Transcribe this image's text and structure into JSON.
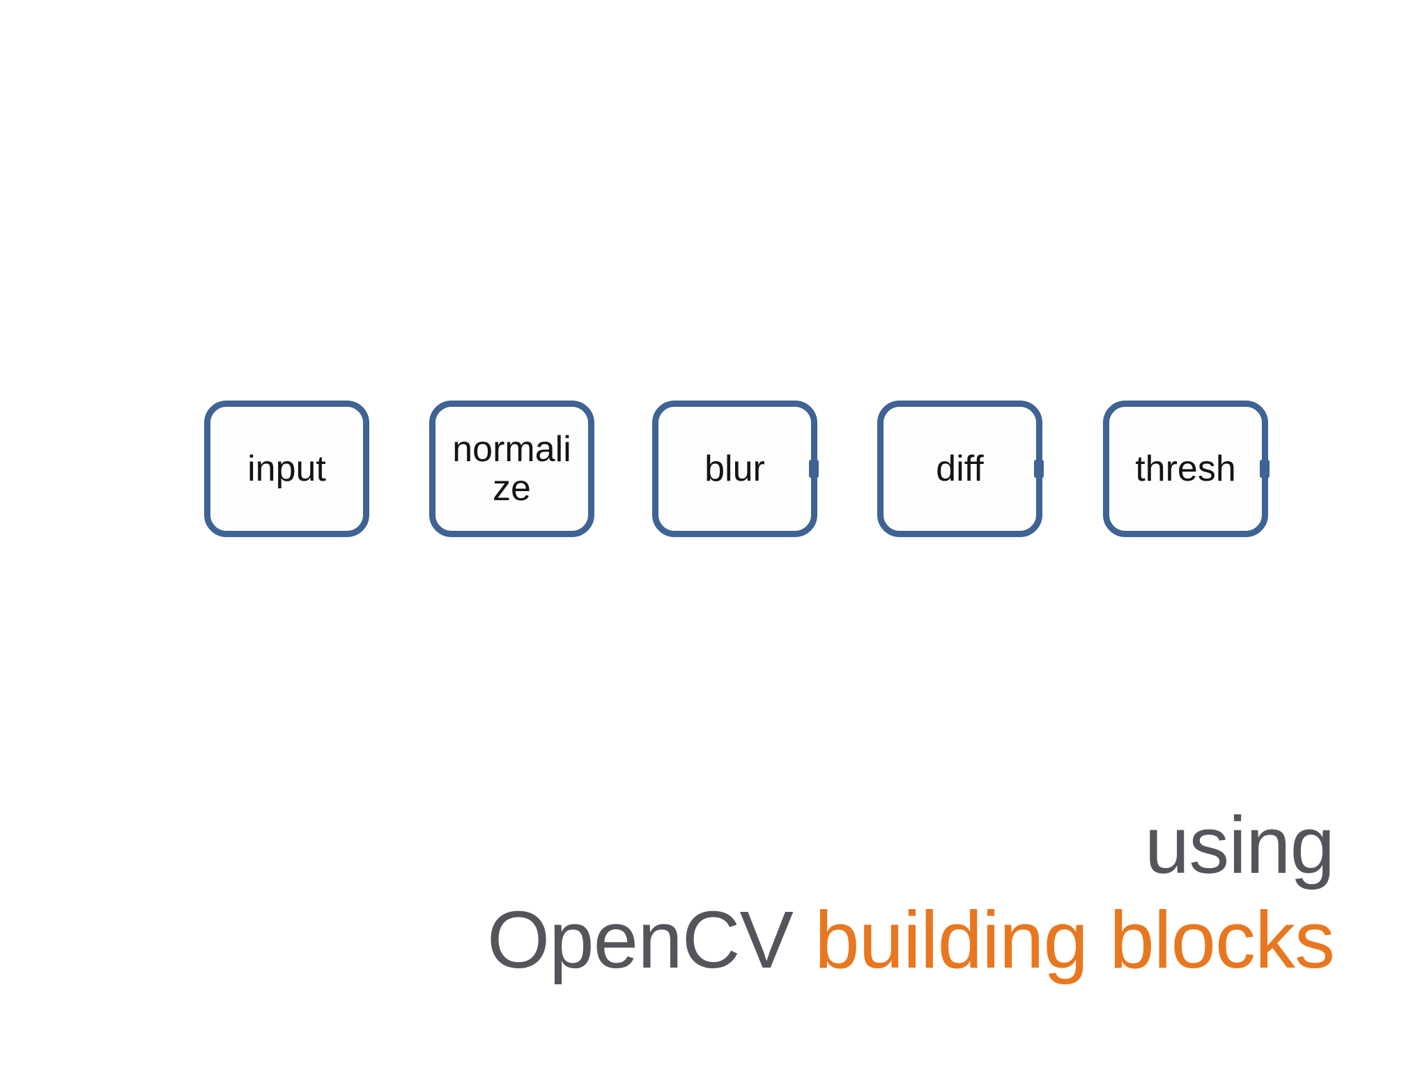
{
  "slide": {
    "blocks": [
      {
        "label": "input",
        "display": "input"
      },
      {
        "label": "normalize",
        "display": "normali\nze"
      },
      {
        "label": "blur",
        "display": "blur"
      },
      {
        "label": "diff",
        "display": "diff"
      },
      {
        "label": "thresh",
        "display": "thresh"
      }
    ],
    "title": {
      "line1": "using",
      "line2_gray": "OpenCV ",
      "line2_orange": "building blocks"
    },
    "colors": {
      "block_border": "#3e6394",
      "block_fill": "#fdfdfb",
      "block_text": "#141414",
      "title_gray": "#54545a",
      "title_orange": "#e8771f",
      "background": "#ffffff"
    }
  }
}
